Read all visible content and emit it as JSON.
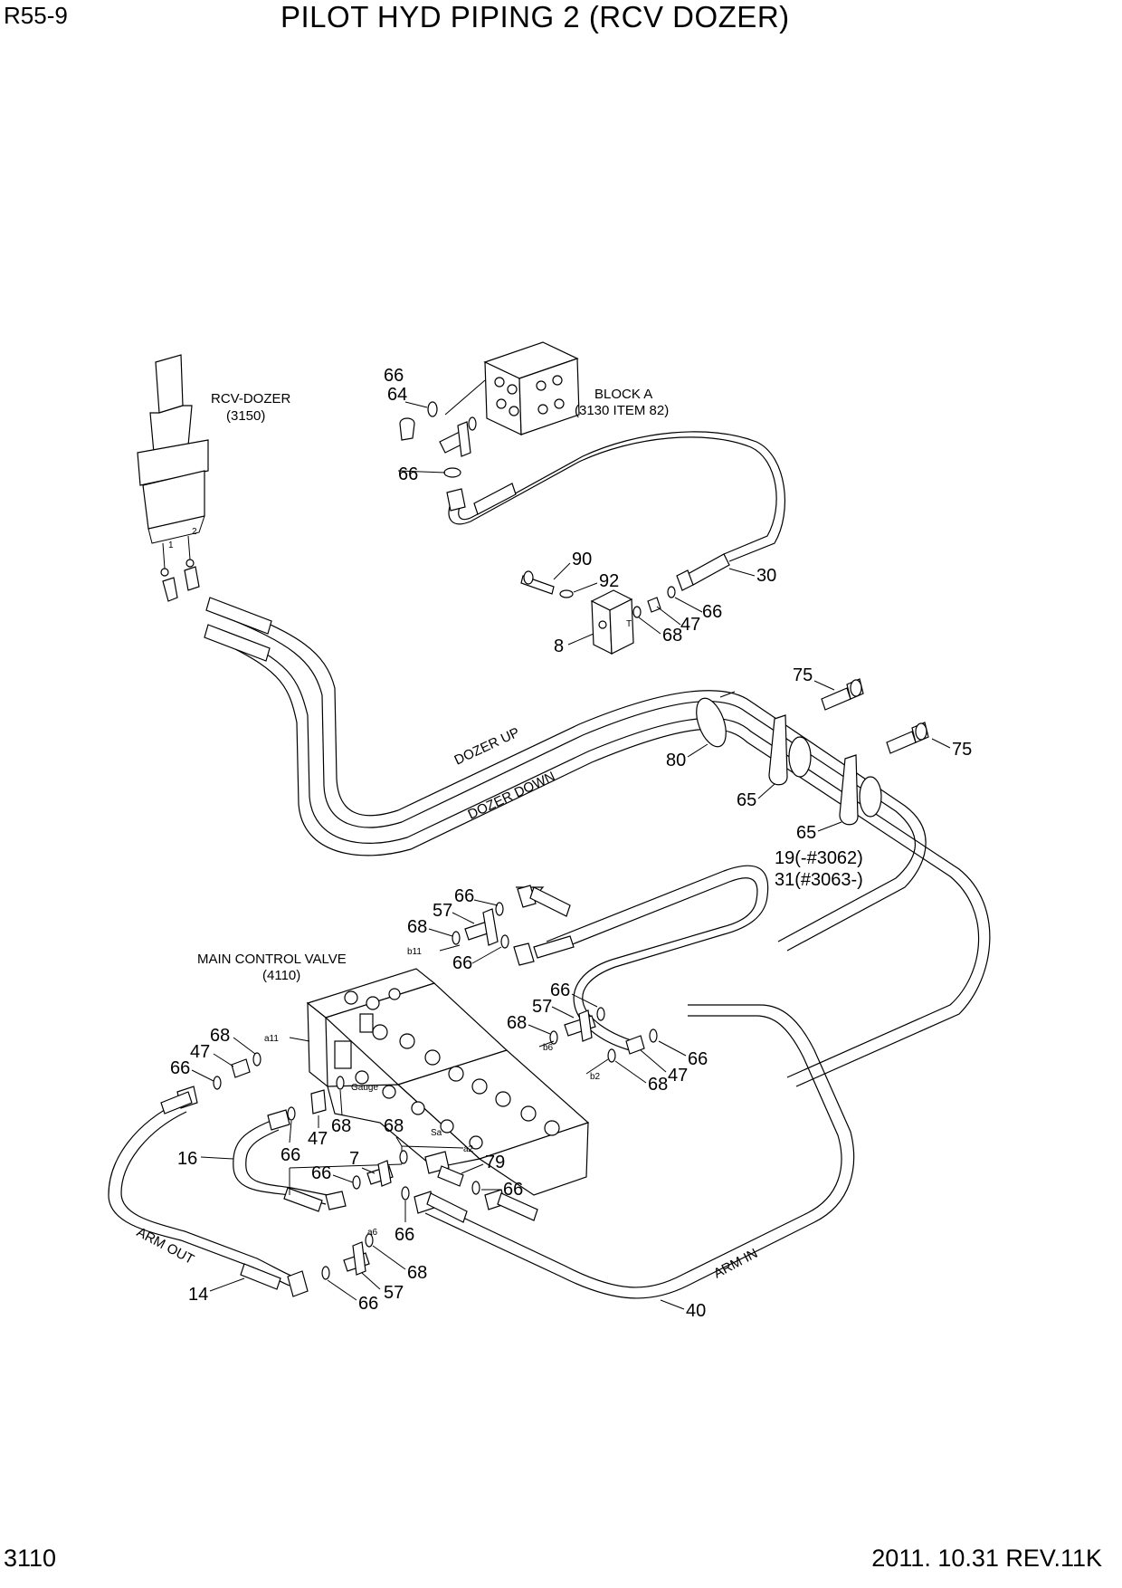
{
  "header": {
    "model": "R55-9",
    "title": "PILOT HYD PIPING 2 (RCV DOZER)"
  },
  "footer": {
    "page_number": "3110",
    "revision": "2011. 10.31  REV.11K"
  },
  "labels": {
    "rcv_dozer": "RCV-DOZER",
    "rcv_dozer_ref": "(3150)",
    "block_a": "BLOCK A",
    "block_a_ref": "(3130 ITEM 82)",
    "main_control_valve": "MAIN CONTROL VALVE",
    "main_control_valve_ref": "(4110)",
    "dozer_up": "DOZER UP",
    "dozer_down": "DOZER DOWN",
    "arm_out": "ARM OUT",
    "arm_in": "ARM IN",
    "serial_19": "19(-#3062)",
    "serial_31": "31(#3063-)"
  },
  "ports": {
    "p1": "1",
    "p2": "2",
    "t": "T",
    "b11": "b11",
    "a11": "a11",
    "b6": "b6",
    "b2": "b2",
    "gauge": "Gauge",
    "sa": "Sa",
    "a2": "a2",
    "a6": "a6"
  },
  "callouts": {
    "c64": "64",
    "c66_block_top": "66",
    "c66_block_mid": "66",
    "c90": "90",
    "c92": "92",
    "c30": "30",
    "c8": "8",
    "c68_valve": "68",
    "c47_valve": "47",
    "c66_valve": "66",
    "c75_a": "75",
    "c75_b": "75",
    "c80": "80",
    "c65_a": "65",
    "c65_b": "65",
    "c57_top": "57",
    "c66_top_a": "66",
    "c68_top": "68",
    "c66_top_b": "66",
    "c66_mid": "66",
    "c57_mid": "57",
    "c68_mid": "68",
    "c68_left": "68",
    "c47_left": "47",
    "c66_left": "66",
    "c66_right": "66",
    "c47_right": "47",
    "c68_right": "68",
    "c16": "16",
    "c66_lower": "66",
    "c47_lower": "47",
    "c68_lower": "68",
    "c68_sa": "68",
    "c7": "7",
    "c66_arm": "66",
    "c79": "79",
    "c66_79": "66",
    "c66_a6": "66",
    "c68_bottom": "68",
    "c57_bottom": "57",
    "c66_bottom": "66",
    "c14": "14",
    "c40": "40"
  }
}
